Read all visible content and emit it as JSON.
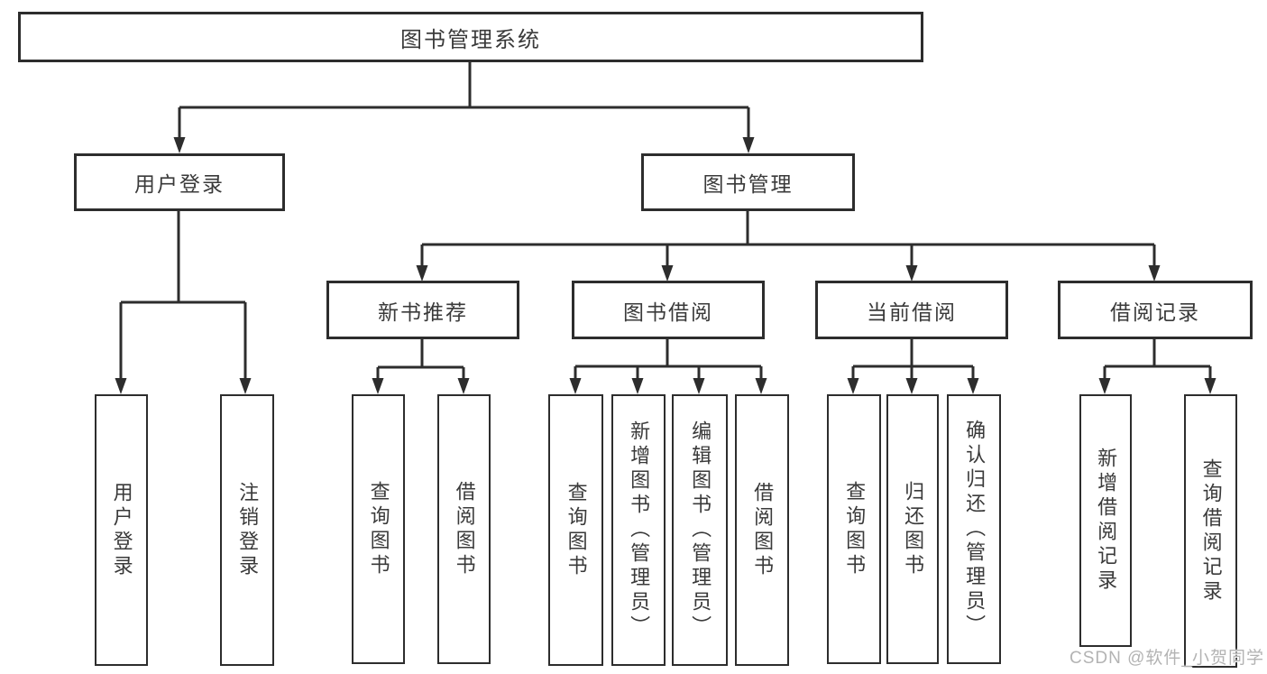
{
  "tree": {
    "root": {
      "label": "图书管理系统"
    },
    "branches": [
      {
        "label": "用户登录",
        "children": [
          {
            "label": "用户登录"
          },
          {
            "label": "注销登录"
          }
        ]
      },
      {
        "label": "图书管理",
        "sections": [
          {
            "label": "新书推荐",
            "children": [
              {
                "label": "查询图书"
              },
              {
                "label": "借阅图书"
              }
            ]
          },
          {
            "label": "图书借阅",
            "children": [
              {
                "label": "查询图书"
              },
              {
                "label": "新增图书（管理员）"
              },
              {
                "label": "编辑图书（管理员）"
              },
              {
                "label": "借阅图书"
              }
            ]
          },
          {
            "label": "当前借阅",
            "children": [
              {
                "label": "查询图书"
              },
              {
                "label": "归还图书"
              },
              {
                "label": "确认归还（管理员）"
              }
            ]
          },
          {
            "label": "借阅记录",
            "children": [
              {
                "label": "新增借阅记录"
              },
              {
                "label": "查询借阅记录"
              }
            ]
          }
        ]
      }
    ]
  },
  "watermark": {
    "text": "CSDN @软件_小贺同学"
  },
  "colors": {
    "line": "#2d2d2d",
    "text": "#3a3a3a",
    "watermark": "#b3b3b3",
    "background": "#ffffff"
  }
}
